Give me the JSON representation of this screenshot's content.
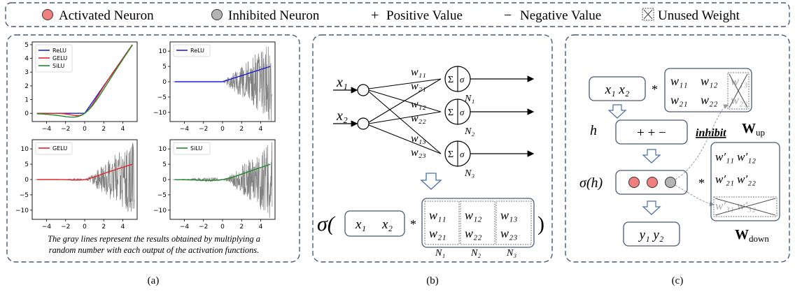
{
  "legend": {
    "activated": "Activated Neuron",
    "inhibited": "Inhibited Neuron",
    "positive_symbol": "+",
    "positive": "Positive Value",
    "negative_symbol": "−",
    "negative": "Negative Value",
    "unused": "Unused Weight"
  },
  "panel_a": {
    "label": "(a)",
    "caption_1": "The gray lines represent the results obtained by multiplying a",
    "caption_2": "random number with each output of the activation functions.",
    "plots": [
      {
        "series": [
          "ReLU",
          "GELU",
          "SiLU"
        ],
        "yticks": [
          "5",
          "4",
          "3",
          "2",
          "1",
          "0"
        ]
      },
      {
        "series": [
          "ReLU"
        ],
        "yticks": [
          "10",
          "5",
          "0",
          "−5",
          "−10"
        ]
      },
      {
        "series": [
          "GELU"
        ],
        "yticks": [
          "10",
          "5",
          "0",
          "−5",
          "−10"
        ]
      },
      {
        "series": [
          "SiLU"
        ],
        "yticks": [
          "10",
          "5",
          "0",
          "−5",
          "−10"
        ]
      }
    ],
    "xticks": [
      "−4",
      "−2",
      "0",
      "2",
      "4"
    ]
  },
  "panel_b": {
    "label": "(b)",
    "inputs": [
      "x₁",
      "x₂"
    ],
    "weights_n1": [
      "w₁₁",
      "w₂₁"
    ],
    "weights_n2": [
      "w₁₂",
      "w₂₂"
    ],
    "weights_n3": [
      "w₁₃",
      "w₂₃"
    ],
    "neurons": [
      "N₁",
      "N₂",
      "N₃"
    ],
    "sum_symbol": "Σ",
    "sigma_symbol": "σ",
    "formula_sigma": "σ(",
    "formula_close": ")",
    "mult": "*"
  },
  "panel_c": {
    "label": "(c)",
    "input": "x₁  x₂",
    "mult": "*",
    "w_up": [
      "w₁₁",
      "w₁₂",
      "w₁₃",
      "w₂₁",
      "w₂₂",
      "w₂₃"
    ],
    "w_up_label": "W",
    "w_up_sub": "up",
    "h_label": "h",
    "h_values": "+  +  −",
    "inhibit": "inhibit",
    "sigma_h": "σ(h)",
    "w_down": [
      "w′₁₁ w′₁₂",
      "w′₂₁ w′₂₂",
      "w′₃₁ w′₃₂"
    ],
    "w_down_label": "W",
    "w_down_sub": "down",
    "output": "y₁  y₂"
  },
  "colors": {
    "activated": "#f08080",
    "inhibited": "#b4b4b4",
    "relu": "#1f1fd6",
    "gelu": "#e0262a",
    "silu": "#1f8a2a",
    "noise": "#7f7f7f",
    "border": "#4a5a78"
  }
}
